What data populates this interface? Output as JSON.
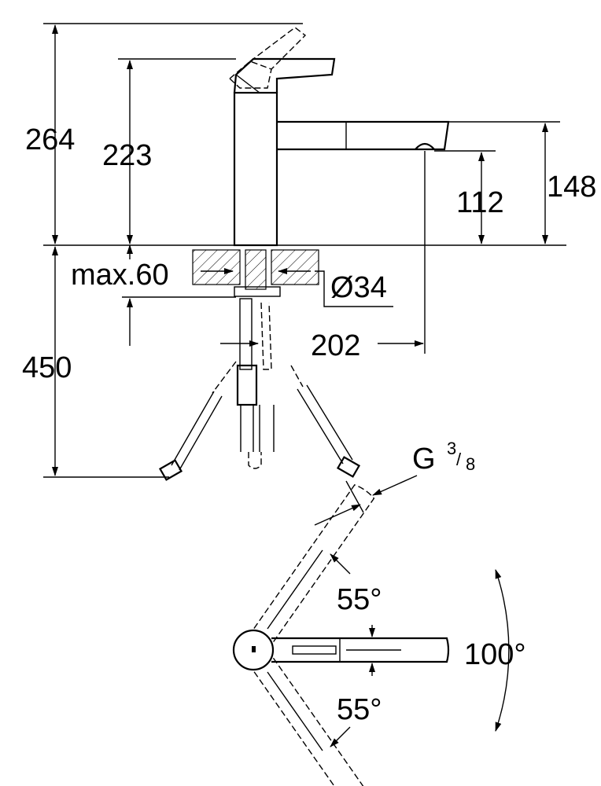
{
  "dimensions": {
    "total_height": "264",
    "lever_height": "223",
    "spout_height": "148",
    "outlet_height": "112",
    "max_counter": "max.60",
    "hole_diameter": "Ø34",
    "hose_length": "450",
    "projection": "202",
    "thread_g": "G",
    "thread_num": "3",
    "thread_den": "8"
  },
  "top_view": {
    "angle_upper": "55°",
    "angle_lower": "55°",
    "angle_total": "100°"
  }
}
